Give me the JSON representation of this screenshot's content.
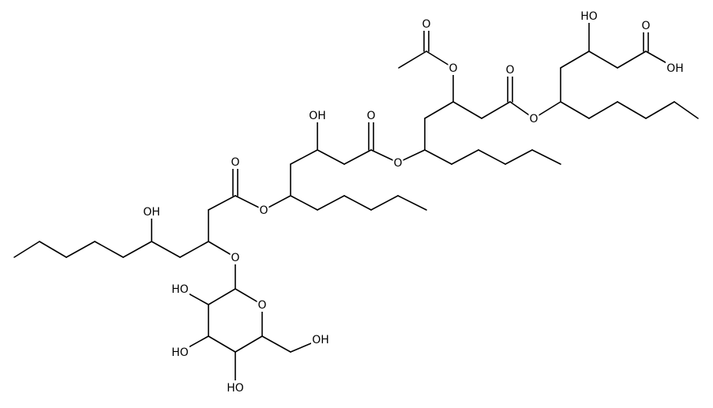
{
  "molecule": {
    "atoms": [
      {
        "id": "oh_acid",
        "label": "OH"
      },
      {
        "id": "o_acid",
        "label": "O"
      },
      {
        "id": "oh_top",
        "label": "HO"
      },
      {
        "id": "o_ester1",
        "label": "O"
      },
      {
        "id": "o_ester1_carb",
        "label": "O"
      },
      {
        "id": "o_acetyl_link",
        "label": "O"
      },
      {
        "id": "o_acetyl_carb",
        "label": "O"
      },
      {
        "id": "o_ester2",
        "label": "O"
      },
      {
        "id": "o_ester2_carb",
        "label": "O"
      },
      {
        "id": "oh_mid",
        "label": "OH"
      },
      {
        "id": "o_ester3",
        "label": "O"
      },
      {
        "id": "o_ester3_carb",
        "label": "O"
      },
      {
        "id": "oh_left",
        "label": "OH"
      },
      {
        "id": "o_glyco",
        "label": "O"
      },
      {
        "id": "o_ring",
        "label": "O"
      },
      {
        "id": "oh_s2",
        "label": "HO"
      },
      {
        "id": "oh_s3",
        "label": "HO"
      },
      {
        "id": "oh_s4",
        "label": "HO"
      },
      {
        "id": "oh_ch2",
        "label": "OH"
      }
    ]
  }
}
